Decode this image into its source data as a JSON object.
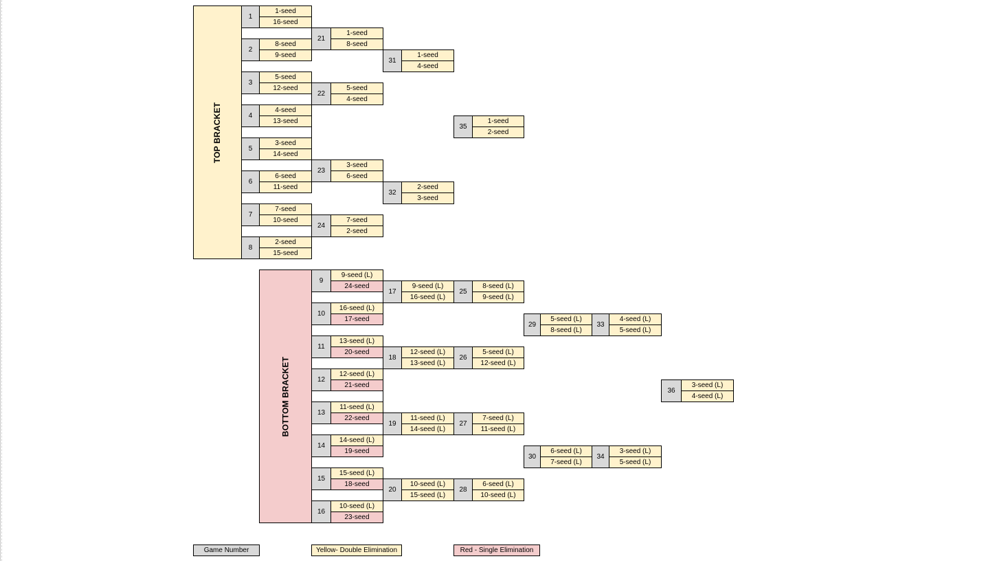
{
  "colors": {
    "game_number": "#d9d9d9",
    "double_elimination": "#fff2cc",
    "single_elimination": "#f4cccc"
  },
  "top_bracket": {
    "label": "TOP BRACKET",
    "round1": [
      {
        "game": "1",
        "teams": [
          "1-seed",
          "16-seed"
        ]
      },
      {
        "game": "2",
        "teams": [
          "8-seed",
          "9-seed"
        ]
      },
      {
        "game": "3",
        "teams": [
          "5-seed",
          "12-seed"
        ]
      },
      {
        "game": "4",
        "teams": [
          "4-seed",
          "13-seed"
        ]
      },
      {
        "game": "5",
        "teams": [
          "3-seed",
          "14-seed"
        ]
      },
      {
        "game": "6",
        "teams": [
          "6-seed",
          "11-seed"
        ]
      },
      {
        "game": "7",
        "teams": [
          "7-seed",
          "10-seed"
        ]
      },
      {
        "game": "8",
        "teams": [
          "2-seed",
          "15-seed"
        ]
      }
    ],
    "round2": [
      {
        "game": "21",
        "teams": [
          "1-seed",
          "8-seed"
        ]
      },
      {
        "game": "22",
        "teams": [
          "5-seed",
          "4-seed"
        ]
      },
      {
        "game": "23",
        "teams": [
          "3-seed",
          "6-seed"
        ]
      },
      {
        "game": "24",
        "teams": [
          "7-seed",
          "2-seed"
        ]
      }
    ],
    "round3": [
      {
        "game": "31",
        "teams": [
          "1-seed",
          "4-seed"
        ]
      },
      {
        "game": "32",
        "teams": [
          "2-seed",
          "3-seed"
        ]
      }
    ],
    "final": {
      "game": "35",
      "teams": [
        "1-seed",
        "2-seed"
      ]
    }
  },
  "bottom_bracket": {
    "label": "BOTTOM BRACKET",
    "round1": [
      {
        "game": "9",
        "teams": [
          "9-seed (L)",
          "24-seed"
        ]
      },
      {
        "game": "10",
        "teams": [
          "16-seed (L)",
          "17-seed"
        ]
      },
      {
        "game": "11",
        "teams": [
          "13-seed (L)",
          "20-seed"
        ]
      },
      {
        "game": "12",
        "teams": [
          "12-seed (L)",
          "21-seed"
        ]
      },
      {
        "game": "13",
        "teams": [
          "11-seed (L)",
          "22-seed"
        ]
      },
      {
        "game": "14",
        "teams": [
          "14-seed (L)",
          "19-seed"
        ]
      },
      {
        "game": "15",
        "teams": [
          "15-seed (L)",
          "18-seed"
        ]
      },
      {
        "game": "16",
        "teams": [
          "10-seed (L)",
          "23-seed"
        ]
      }
    ],
    "round2": [
      {
        "game": "17",
        "teams": [
          "9-seed (L)",
          "16-seed (L)"
        ]
      },
      {
        "game": "18",
        "teams": [
          "12-seed (L)",
          "13-seed (L)"
        ]
      },
      {
        "game": "19",
        "teams": [
          "11-seed (L)",
          "14-seed (L)"
        ]
      },
      {
        "game": "20",
        "teams": [
          "10-seed (L)",
          "15-seed (L)"
        ]
      }
    ],
    "round3": [
      {
        "game": "25",
        "teams": [
          "8-seed (L)",
          "9-seed (L)"
        ]
      },
      {
        "game": "26",
        "teams": [
          "5-seed (L)",
          "12-seed (L)"
        ]
      },
      {
        "game": "27",
        "teams": [
          "7-seed (L)",
          "11-seed (L)"
        ]
      },
      {
        "game": "28",
        "teams": [
          "6-seed (L)",
          "10-seed (L)"
        ]
      }
    ],
    "round4": [
      {
        "game": "29",
        "teams": [
          "5-seed (L)",
          "8-seed (L)"
        ]
      },
      {
        "game": "30",
        "teams": [
          "6-seed (L)",
          "7-seed (L)"
        ]
      }
    ],
    "round5": [
      {
        "game": "33",
        "teams": [
          "4-seed (L)",
          "5-seed (L)"
        ]
      },
      {
        "game": "34",
        "teams": [
          "3-seed (L)",
          "5-seed (L)"
        ]
      }
    ],
    "final": {
      "game": "36",
      "teams": [
        "3-seed (L)",
        "4-seed (L)"
      ]
    }
  },
  "legend": {
    "game_number": "Game Number",
    "double_elimination": "Yellow- Double Elimination",
    "single_elimination": "Red - Single Elimination"
  }
}
